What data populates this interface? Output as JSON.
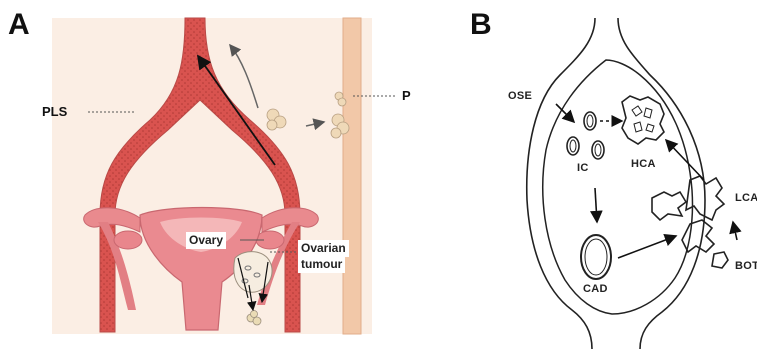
{
  "panelA": {
    "letter": "A",
    "labels": {
      "pls": "PLS",
      "p": "P",
      "ovary": "Ovary",
      "tumour_line1": "Ovarian",
      "tumour_line2": "tumour"
    },
    "colors": {
      "background": "#fbeee6",
      "vessel": "#db5f5c",
      "peritoneum": "#f2c4a6",
      "uterus": "#e9868c",
      "tumour": "#e8d9b4"
    }
  },
  "panelB": {
    "letter": "B",
    "labels": {
      "ose": "OSE",
      "ic": "IC",
      "hca": "HCA",
      "cad": "CAD",
      "lca": "LCA",
      "bot": "BOT"
    }
  }
}
